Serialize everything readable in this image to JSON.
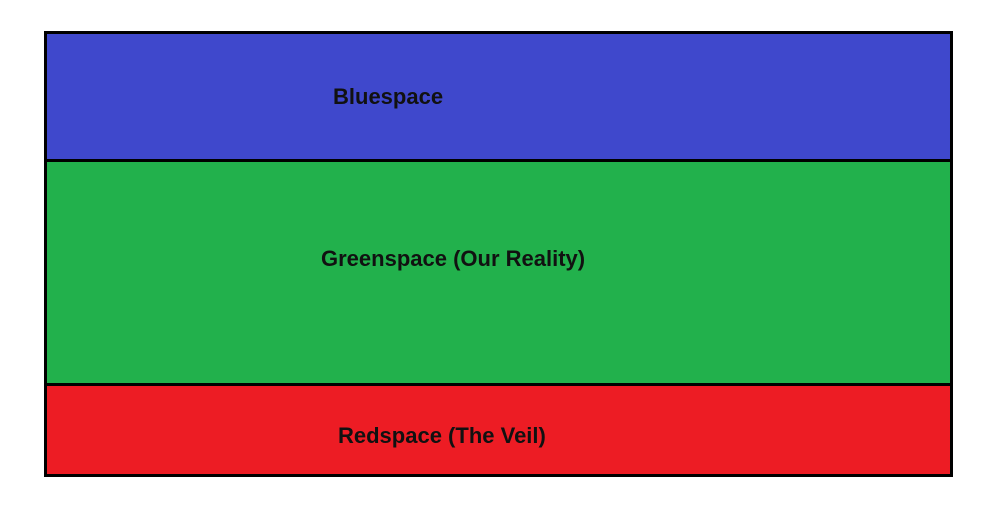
{
  "layers": [
    {
      "name": "Bluespace",
      "color": "#3f48cc"
    },
    {
      "name": "Greenspace (Our Reality)",
      "color": "#22b14c"
    },
    {
      "name": "Redspace (The Veil)",
      "color": "#ed1c24"
    }
  ]
}
